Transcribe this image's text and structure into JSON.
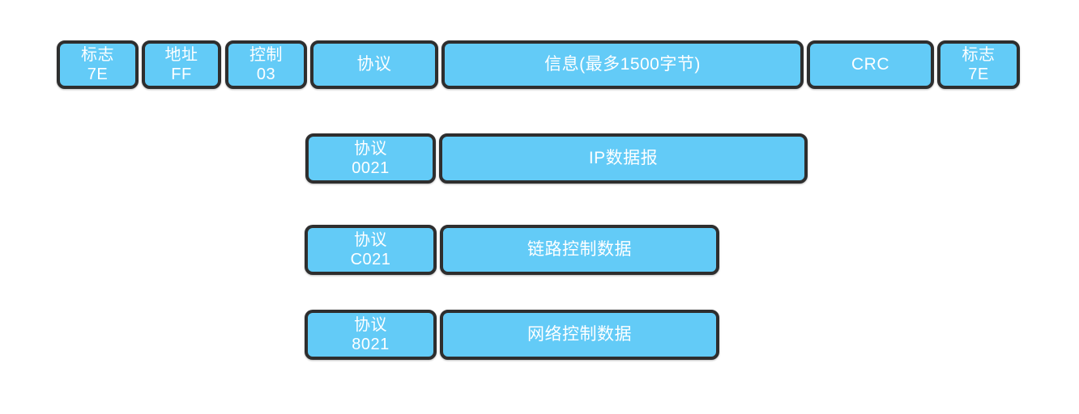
{
  "colors": {
    "background": "#ffffff",
    "box_fill": "#63cbf7",
    "box_border": "#2e2e2e",
    "box_text": "#ffffff"
  },
  "frame": {
    "fields": [
      {
        "label": "标志",
        "value": "7E"
      },
      {
        "label": "地址",
        "value": "FF"
      },
      {
        "label": "控制",
        "value": "03"
      },
      {
        "label": "协议"
      },
      {
        "label": "信息(最多1500字节)"
      },
      {
        "label": "CRC"
      },
      {
        "label": "标志",
        "value": "7E"
      }
    ]
  },
  "expansions": [
    {
      "label": "协议",
      "value": "0021",
      "payload": "IP数据报"
    },
    {
      "label": "协议",
      "value": "C021",
      "payload": "链路控制数据"
    },
    {
      "label": "协议",
      "value": "8021",
      "payload": "网络控制数据"
    }
  ]
}
